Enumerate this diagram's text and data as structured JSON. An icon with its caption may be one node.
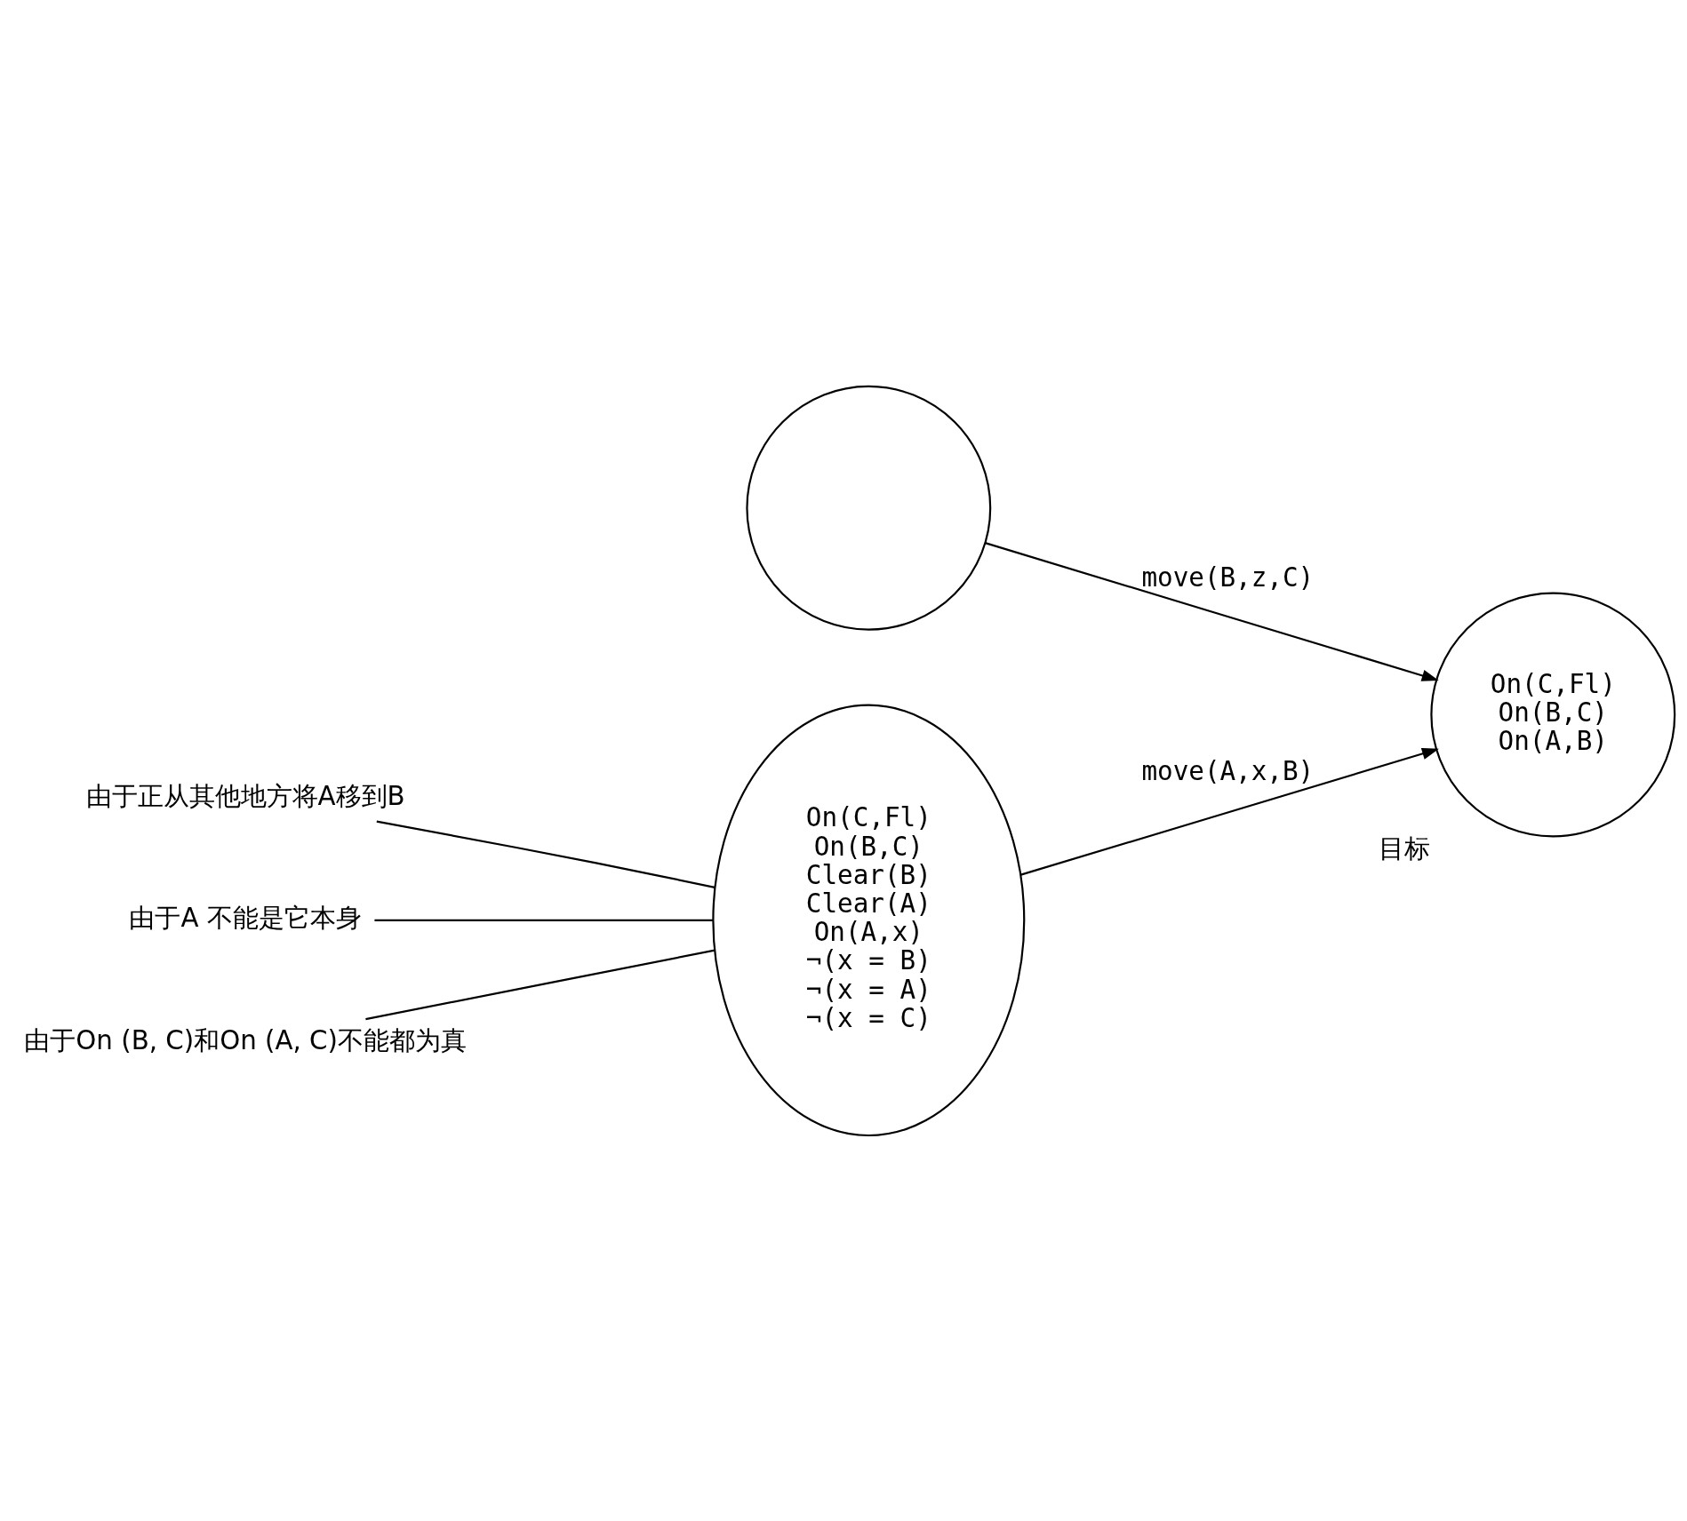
{
  "diagram": {
    "nodes": [
      {
        "text": [],
        "shape": "circle"
      },
      {
        "text": [
          "On(C,Fl)",
          "On(B,C)",
          "On(A,B)"
        ],
        "beside": [
          "目标"
        ]
      },
      {
        "text": [
          "On(C,Fl)",
          "On(B,C)",
          "Clear(B)",
          "Clear(A)",
          "On(A,x)",
          "¬(x = B)",
          "¬(x = A)",
          "¬(x = C)"
        ]
      },
      {
        "text": [
          "由于正从其他地方将A移到B"
        ]
      },
      {
        "text": [
          "由于A 不能是它本身"
        ]
      },
      {
        "text": [
          "由于On (B, C)和On (A, C)不能都为真"
        ]
      }
    ],
    "edges": [
      {
        "from": 0,
        "to": 1,
        "arrow": "to",
        "label": "move(B,z,C)"
      },
      {
        "from": 2,
        "to": 1,
        "arrow": "to",
        "label": "move(A,x,B)"
      },
      {
        "from": 3,
        "to": 2,
        "arrow": "none"
      },
      {
        "from": 4,
        "to": 2,
        "arrow": "none"
      },
      {
        "from": 5,
        "to": 2,
        "arrow": "none"
      }
    ]
  }
}
